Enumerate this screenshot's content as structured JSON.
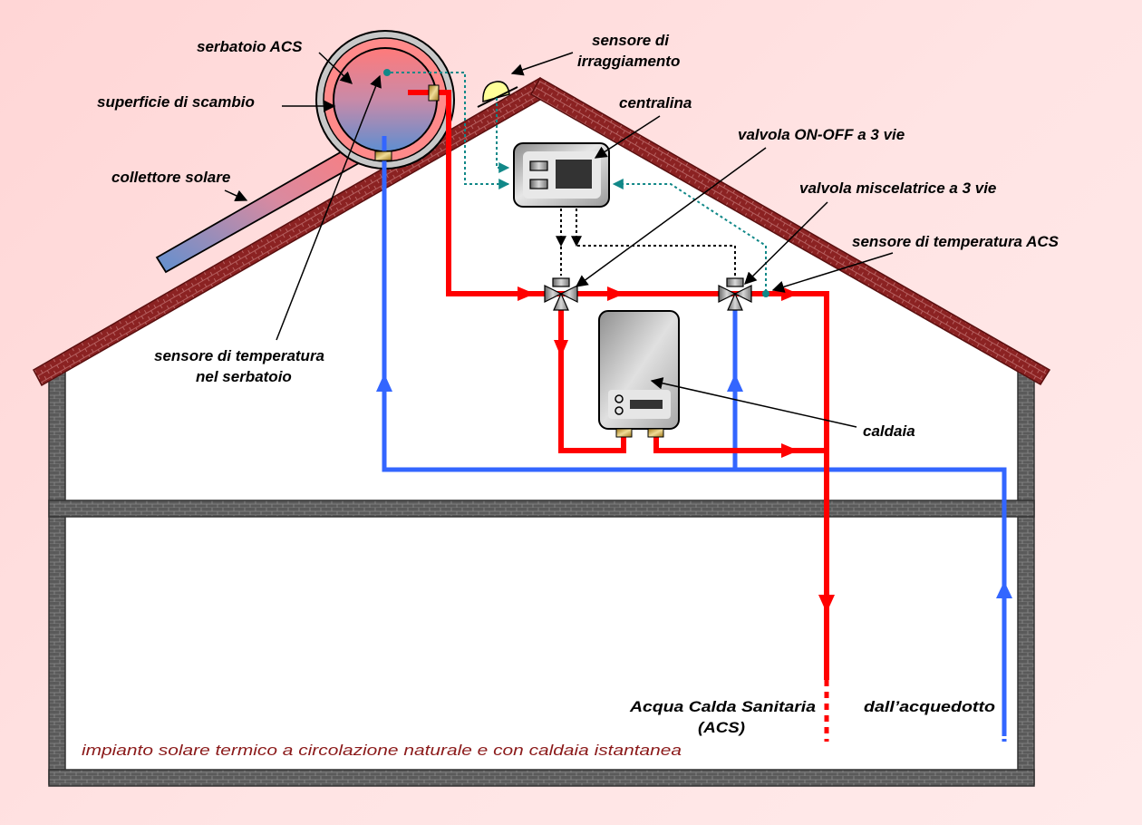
{
  "diagram": {
    "caption": "impianto solare termico a circolazione naturale e con caldaia istantanea",
    "labels": {
      "serbatoio_acs": "serbatoio ACS",
      "superficie_scambio": "superficie di scambio",
      "collettore_solare": "collettore solare",
      "sensore_irraggiamento_line1": "sensore di",
      "sensore_irraggiamento_line2": "irraggiamento",
      "centralina": "centralina",
      "valvola_onoff": "valvola ON-OFF a 3 vie",
      "valvola_miscelatrice": "valvola miscelatrice a 3 vie",
      "sensore_temp_acs": "sensore di temperatura ACS",
      "sensore_temp_serbatoio_line1": "sensore di temperatura",
      "sensore_temp_serbatoio_line2": "nel serbatoio",
      "caldaia": "caldaia",
      "acs_outlet_line1": "Acqua Calda Sanitaria",
      "acs_outlet_line2": "(ACS)",
      "acquedotto": "dall’acquedotto"
    },
    "colors": {
      "hot_water": "#ff0000",
      "cold_water": "#3366ff",
      "roof": "#8b2020",
      "wall": "#555555",
      "sensor_wire": "#118888",
      "caption": "#8b1a1a"
    }
  }
}
